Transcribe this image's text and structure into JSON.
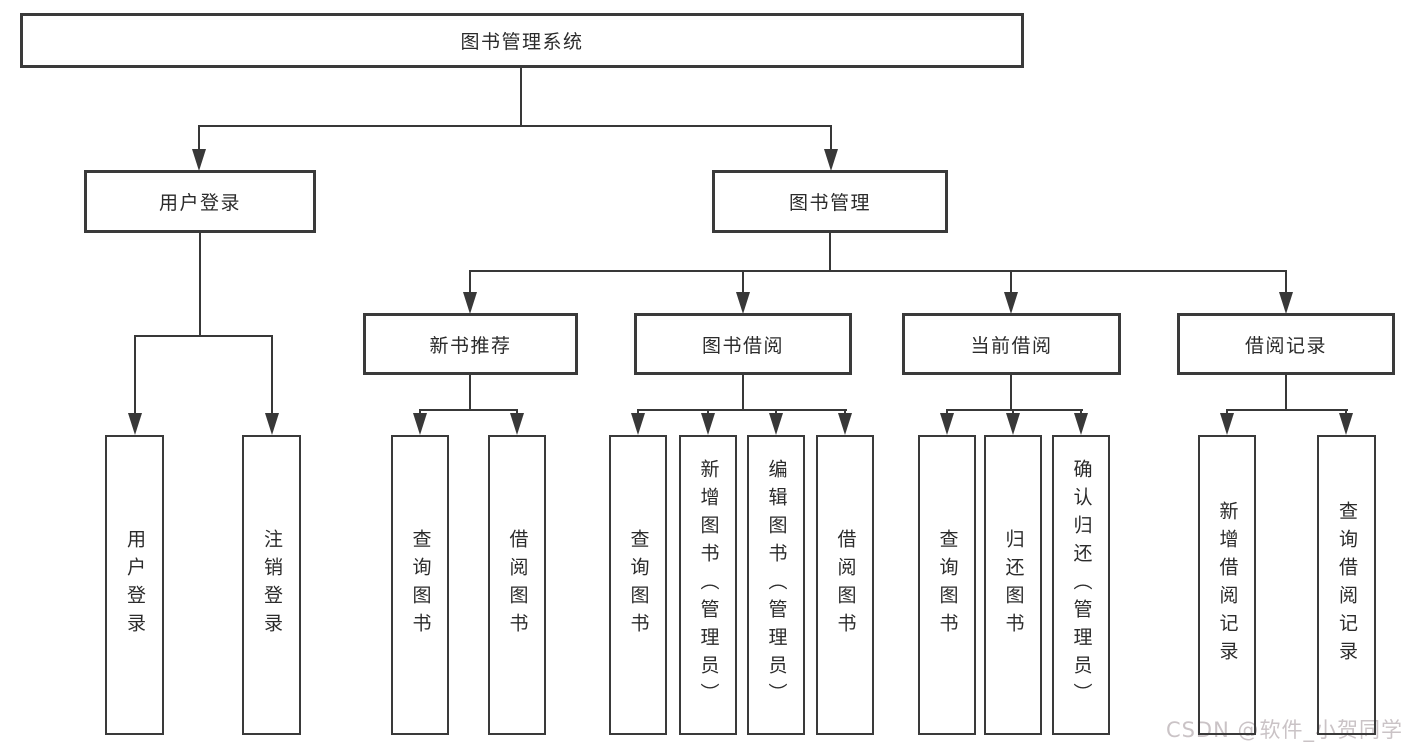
{
  "tree": {
    "root": {
      "label": "图书管理系统",
      "children": [
        {
          "label": "用户登录",
          "children": [
            {
              "label": "用户登录"
            },
            {
              "label": "注销登录"
            }
          ]
        },
        {
          "label": "图书管理",
          "children": [
            {
              "label": "新书推荐",
              "children": [
                {
                  "label": "查询图书"
                },
                {
                  "label": "借阅图书"
                }
              ]
            },
            {
              "label": "图书借阅",
              "children": [
                {
                  "label": "查询图书"
                },
                {
                  "label": "新增图书（管理员）"
                },
                {
                  "label": "编辑图书（管理员）"
                },
                {
                  "label": "借阅图书"
                }
              ]
            },
            {
              "label": "当前借阅",
              "children": [
                {
                  "label": "查询图书"
                },
                {
                  "label": "归还图书"
                },
                {
                  "label": "确认归还（管理员）"
                }
              ]
            },
            {
              "label": "借阅记录",
              "children": [
                {
                  "label": "新增借阅记录"
                },
                {
                  "label": "查询借阅记录"
                }
              ]
            }
          ]
        }
      ]
    }
  },
  "watermark": {
    "text": "CSDN @软件_小贺同学"
  },
  "colors": {
    "line": "#383838",
    "box_border": "#3a3a3a",
    "box_fill": "#ffffff",
    "text": "#2b2b2b",
    "watermark": "#cac3c6"
  }
}
